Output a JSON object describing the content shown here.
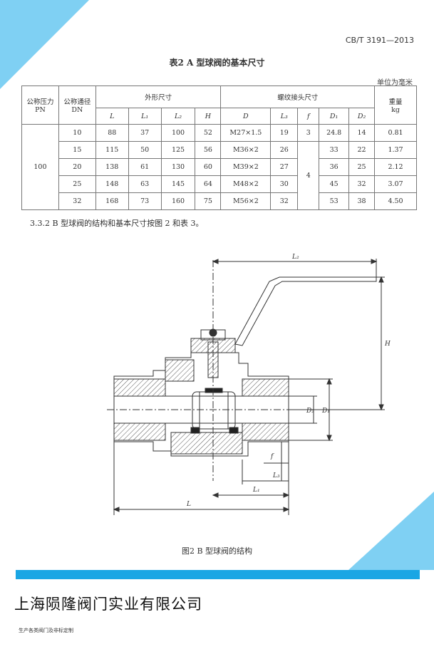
{
  "header": {
    "standard_code": "CB/T 3191—2013",
    "table_title": "表2  A 型球阀的基本尺寸",
    "unit": "单位为毫米"
  },
  "table": {
    "h_pn": "公称压力",
    "h_pn_sub": "PN",
    "h_dn": "公称通径",
    "h_dn_sub": "DN",
    "h_outer": "外形尺寸",
    "h_thread": "螺纹接头尺寸",
    "h_weight": "重量",
    "h_weight_sub": "kg",
    "sub": [
      "L",
      "L₁",
      "L₂",
      "H",
      "D",
      "L₃",
      "f",
      "D₁",
      "D₂"
    ],
    "pn_value": "100",
    "f_shared": "4",
    "rows": [
      {
        "dn": "10",
        "l": "88",
        "l1": "37",
        "l2": "100",
        "h": "52",
        "d": "M27×1.5",
        "l3": "19",
        "f": "3",
        "d1": "24.8",
        "d2": "14",
        "w": "0.81"
      },
      {
        "dn": "15",
        "l": "115",
        "l1": "50",
        "l2": "125",
        "h": "56",
        "d": "M36×2",
        "l3": "26",
        "d1": "33",
        "d2": "22",
        "w": "1.37"
      },
      {
        "dn": "20",
        "l": "138",
        "l1": "61",
        "l2": "130",
        "h": "60",
        "d": "M39×2",
        "l3": "27",
        "d1": "36",
        "d2": "25",
        "w": "2.12"
      },
      {
        "dn": "25",
        "l": "148",
        "l1": "63",
        "l2": "145",
        "h": "64",
        "d": "M48×2",
        "l3": "30",
        "d1": "45",
        "d2": "32",
        "w": "3.07"
      },
      {
        "dn": "32",
        "l": "168",
        "l1": "73",
        "l2": "160",
        "h": "75",
        "d": "M56×2",
        "l3": "32",
        "d1": "53",
        "d2": "38",
        "w": "4.50"
      }
    ]
  },
  "section_note": "3.3.2  B 型球阀的结构和基本尺寸按图 2 和表 3。",
  "drawing": {
    "dim_l2": "L₂",
    "dim_h": "H",
    "dim_d2": "D₂",
    "dim_d1": "D₁",
    "dim_f": "f",
    "dim_l3": "L₃",
    "dim_l1": "L₁",
    "dim_l": "L"
  },
  "figure_caption": "图2  B 型球阀的结构",
  "footer": {
    "company": "上海陨隆阀门实业有限公司",
    "tagline": "生产各类阀门及非标定制"
  },
  "colors": {
    "accent_light": "#7fd0f3",
    "accent_bar": "#1aa6e4"
  }
}
